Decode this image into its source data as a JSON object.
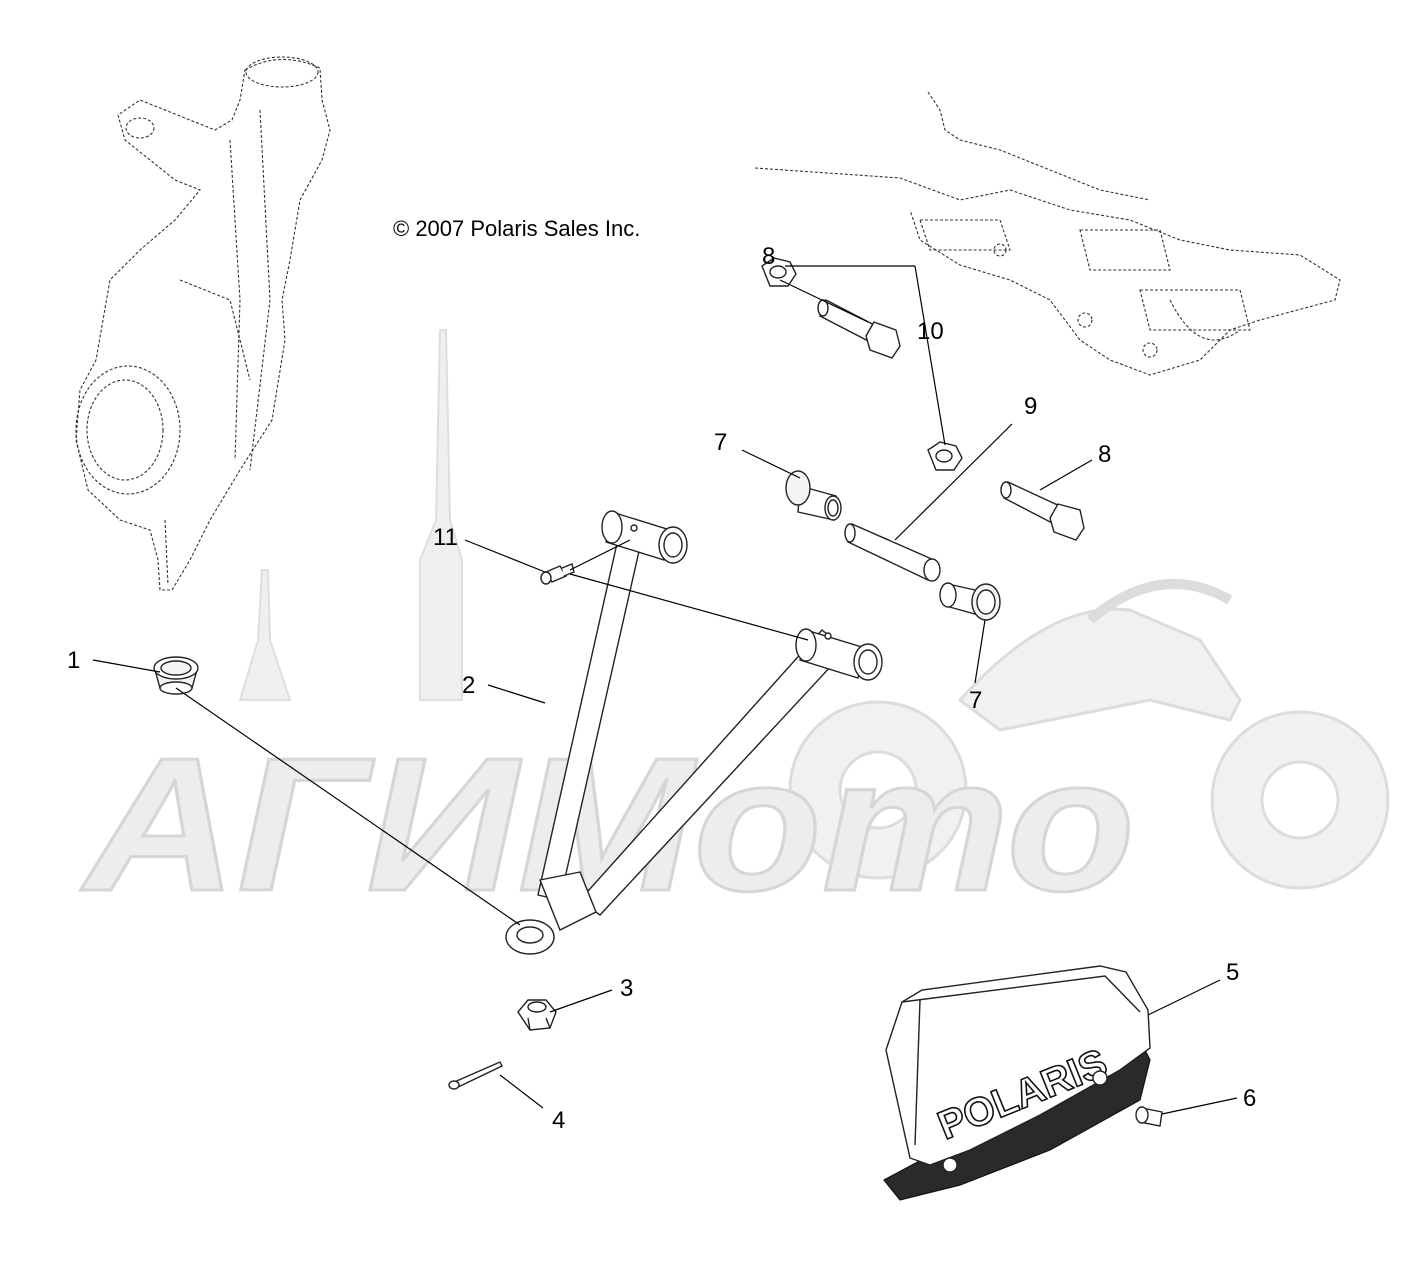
{
  "copyright": "© 2007 Polaris Sales Inc.",
  "watermark": "АГИМото",
  "guard_logo": "POLARIS",
  "callouts": [
    {
      "id": "1",
      "label": "1"
    },
    {
      "id": "2",
      "label": "2"
    },
    {
      "id": "3",
      "label": "3"
    },
    {
      "id": "4",
      "label": "4"
    },
    {
      "id": "5",
      "label": "5"
    },
    {
      "id": "6",
      "label": "6"
    },
    {
      "id": "7a",
      "label": "7"
    },
    {
      "id": "7b",
      "label": "7"
    },
    {
      "id": "8a",
      "label": "8"
    },
    {
      "id": "8b",
      "label": "8"
    },
    {
      "id": "9",
      "label": "9"
    },
    {
      "id": "10",
      "label": "10"
    },
    {
      "id": "11",
      "label": "11"
    }
  ]
}
